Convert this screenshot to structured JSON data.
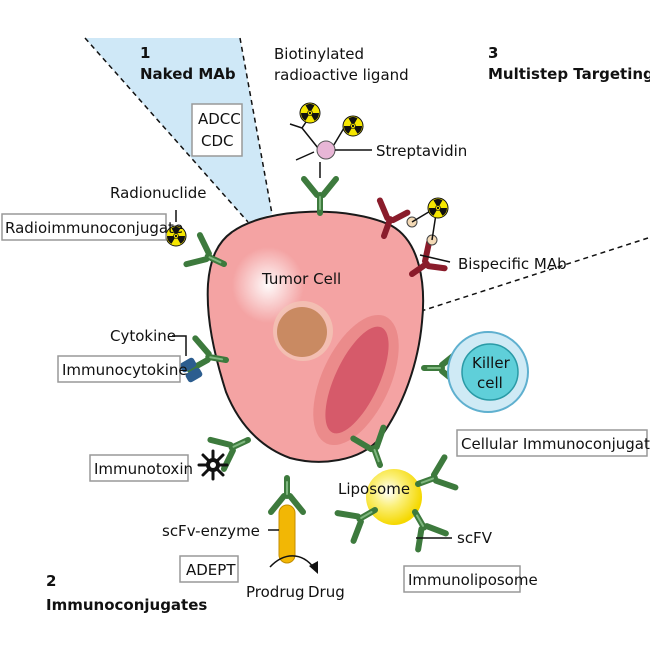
{
  "sections": {
    "naked": {
      "number": "1",
      "title": "Naked MAb"
    },
    "multistep": {
      "number": "3",
      "title": "Multistep Targeting"
    },
    "immunoconjugates": {
      "number": "2",
      "title": "Immunoconjugates"
    }
  },
  "naked_box": {
    "line1": "ADCC",
    "line2": "CDC"
  },
  "labels": {
    "biotin_line1": "Biotinylated",
    "biotin_line2": "radioactive ligand",
    "streptavidin": "Streptavidin",
    "radionuclide": "Radionuclide",
    "tumor_cell": "Tumor Cell",
    "bispecific": "Bispecific MAb",
    "cytokine": "Cytokine",
    "killer_line1": "Killer",
    "killer_line2": "cell",
    "liposome": "Liposome",
    "scfv_enzyme": "scFv-enzyme",
    "scfv": "scFV",
    "prodrug": "Prodrug",
    "drug": "Drug"
  },
  "boxes": {
    "radioimmunoconjugate": "Radioimmunoconjugate",
    "immunocytokine": "Immunocytokine",
    "immunotoxin": "Immunotoxin",
    "adept": "ADEPT",
    "cellular": "Cellular Immunoconjugates",
    "immunoliposome": "Immunoliposome"
  },
  "colors": {
    "naked_fill": "#cfe8f7",
    "cell_fill": "#f4a3a3",
    "cell_stroke": "#1a1a1a",
    "nucleus": "#c98a62",
    "organelle": "#d65a6a",
    "antibody": "#3d7a3d",
    "bispecific": "#8a1c2b",
    "killer_outer": "#cfeaf5",
    "killer_inner": "#5fcfd9",
    "liposome": "#f5e23a",
    "enzyme": "#f2b705",
    "cytokine": "#2c5d8f",
    "radio": "#f5e600"
  },
  "icons": [
    "radiation-icon",
    "toxin-icon",
    "antibody-icon",
    "streptavidin-icon"
  ]
}
